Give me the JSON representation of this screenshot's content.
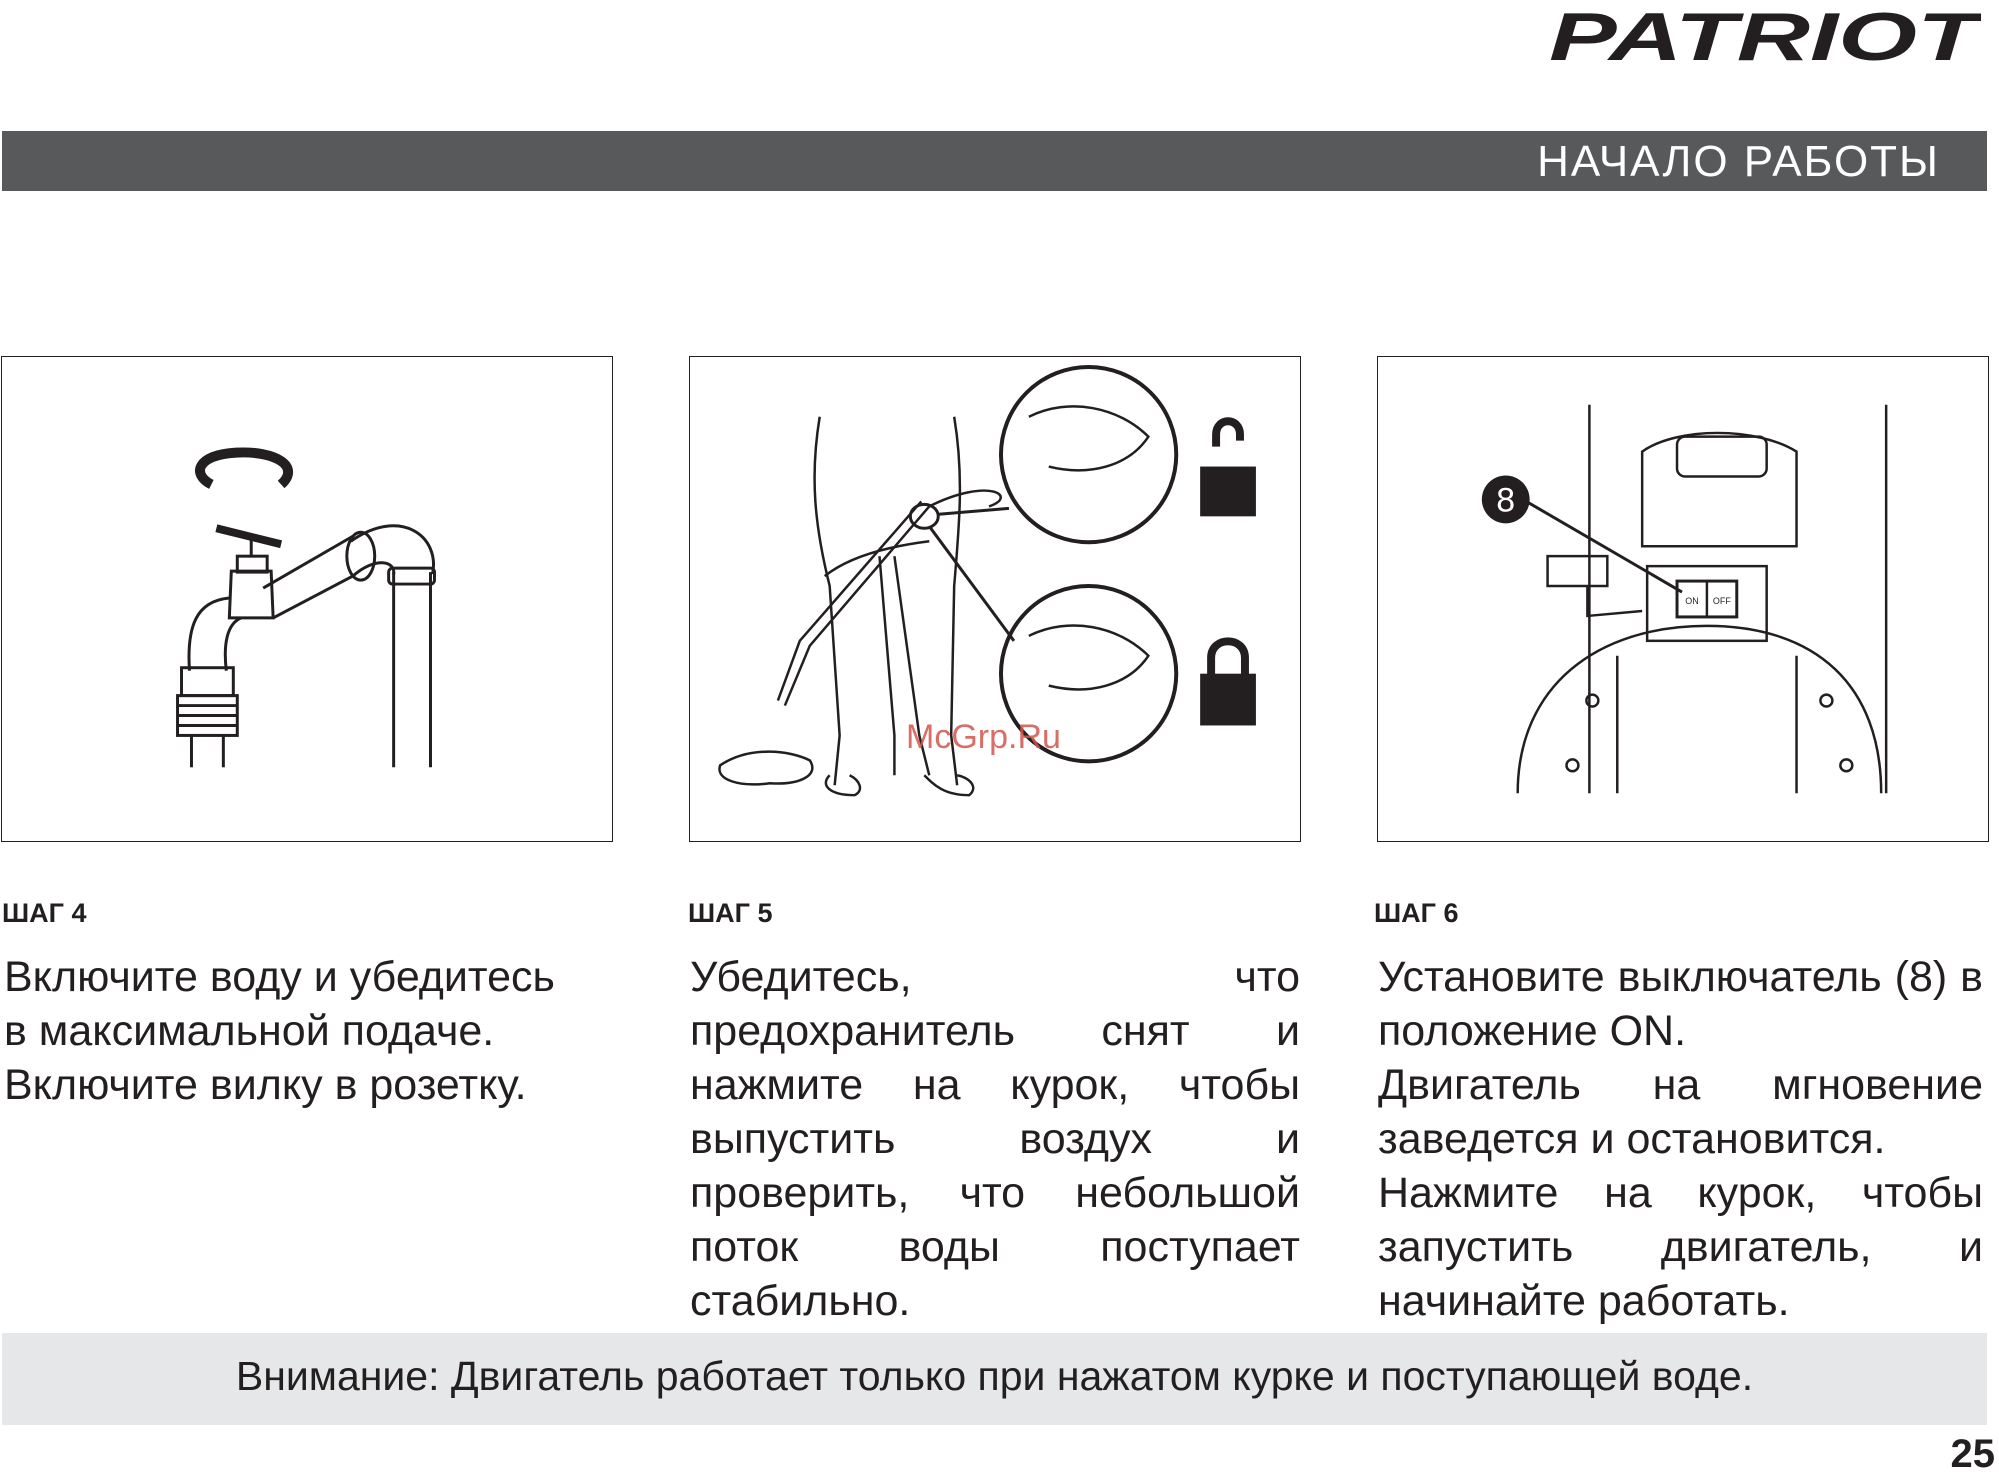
{
  "brand": {
    "logo_text": "PATRIOT"
  },
  "section": {
    "title": "НАЧАЛО  РАБОТЫ"
  },
  "steps": [
    {
      "label": "ШАГ 4",
      "lines": [
        "Включите воду и убедитесь",
        "в максимальной подаче.",
        "Включите вилку в розетку."
      ]
    },
    {
      "label": "ШАГ 5",
      "text": "Убедитесь, что предохранитель снят и нажмите на курок, чтобы выпустить воздух и проверить, что небольшой поток воды поступает стабильно."
    },
    {
      "label": "ШАГ 6",
      "callout": "8",
      "switch_on": "ON",
      "switch_off": "OFF",
      "paragraphs": [
        "Установите выключатель (8) в положение ON.",
        "Двигатель на мгновение заведется и остановится.",
        "Нажмите на курок, чтобы запустить двигатель, и начинайте работать."
      ]
    }
  ],
  "warning": {
    "text": "Внимание: Двигатель работает только при нажатом курке и поступающей воде."
  },
  "page": {
    "number": "25"
  },
  "watermark": {
    "text": "McGrp.Ru"
  },
  "colors": {
    "band": "#58595b",
    "warning_band": "#e6e7e8",
    "ink": "#231f20"
  }
}
